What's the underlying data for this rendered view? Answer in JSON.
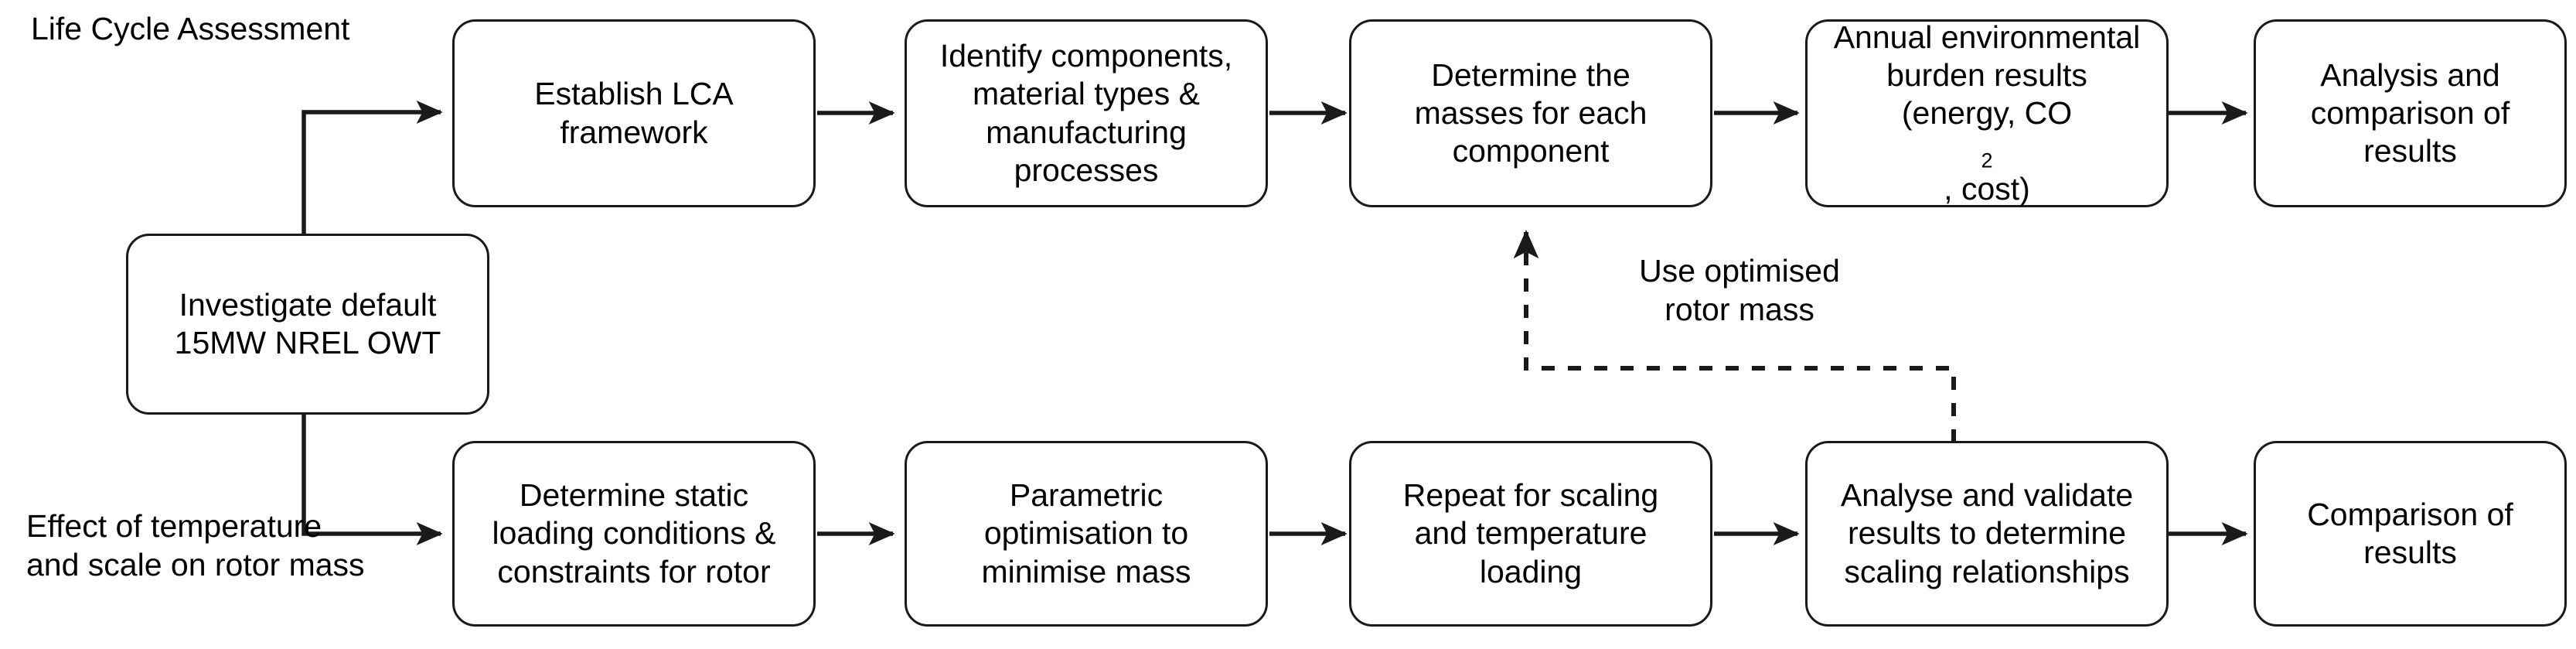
{
  "diagram": {
    "title_hidden": "",
    "lane_labels": [
      {
        "id": "lane-lca",
        "text": "Life Cycle Assessment"
      },
      {
        "id": "lane-temp",
        "text": "Effect of temperature\nand scale on rotor mass"
      }
    ],
    "start_node": {
      "id": "investigate-default-owt",
      "line1": "Investigate default",
      "line2": "15MW NREL OWT"
    },
    "top_row": [
      {
        "id": "establish-lca-framework",
        "line1": "Establish LCA",
        "line2": "framework"
      },
      {
        "id": "identify-components",
        "line1": "Identify components,",
        "line2": "material types &",
        "line3": "manufacturing",
        "line4": "processes"
      },
      {
        "id": "determine-masses",
        "line1": "Determine the",
        "line2": "masses for each",
        "line3": "component"
      },
      {
        "id": "annual-environmental-burden",
        "line1": "Annual environmental",
        "line2": "burden results",
        "line3_pre": "(energy, CO",
        "line3_sub": "2",
        "line3_post": ", cost)"
      },
      {
        "id": "analysis-comparison-results",
        "line1": "Analysis and",
        "line2": "comparison of results"
      }
    ],
    "bottom_row": [
      {
        "id": "determine-static-loading",
        "line1": "Determine static",
        "line2": "loading conditions &",
        "line3": "constraints for rotor"
      },
      {
        "id": "parametric-optimisation",
        "line1": "Parametric",
        "line2": "optimisation to",
        "line3": "minimise mass"
      },
      {
        "id": "repeat-scaling-temperature",
        "line1": "Repeat for scaling",
        "line2": "and temperature",
        "line3": "loading"
      },
      {
        "id": "analyse-validate-scaling",
        "line1": "Analyse and validate",
        "line2": "results to determine",
        "line3": "scaling relationships"
      },
      {
        "id": "comparison-of-results",
        "line1": "Comparison of results"
      }
    ],
    "feedback_label": {
      "id": "use-optimised-rotor-mass",
      "text": "Use optimised\nrotor mass"
    },
    "colors": {
      "stroke": "#1a1a1a",
      "text": "#000000",
      "background": "#ffffff"
    }
  }
}
